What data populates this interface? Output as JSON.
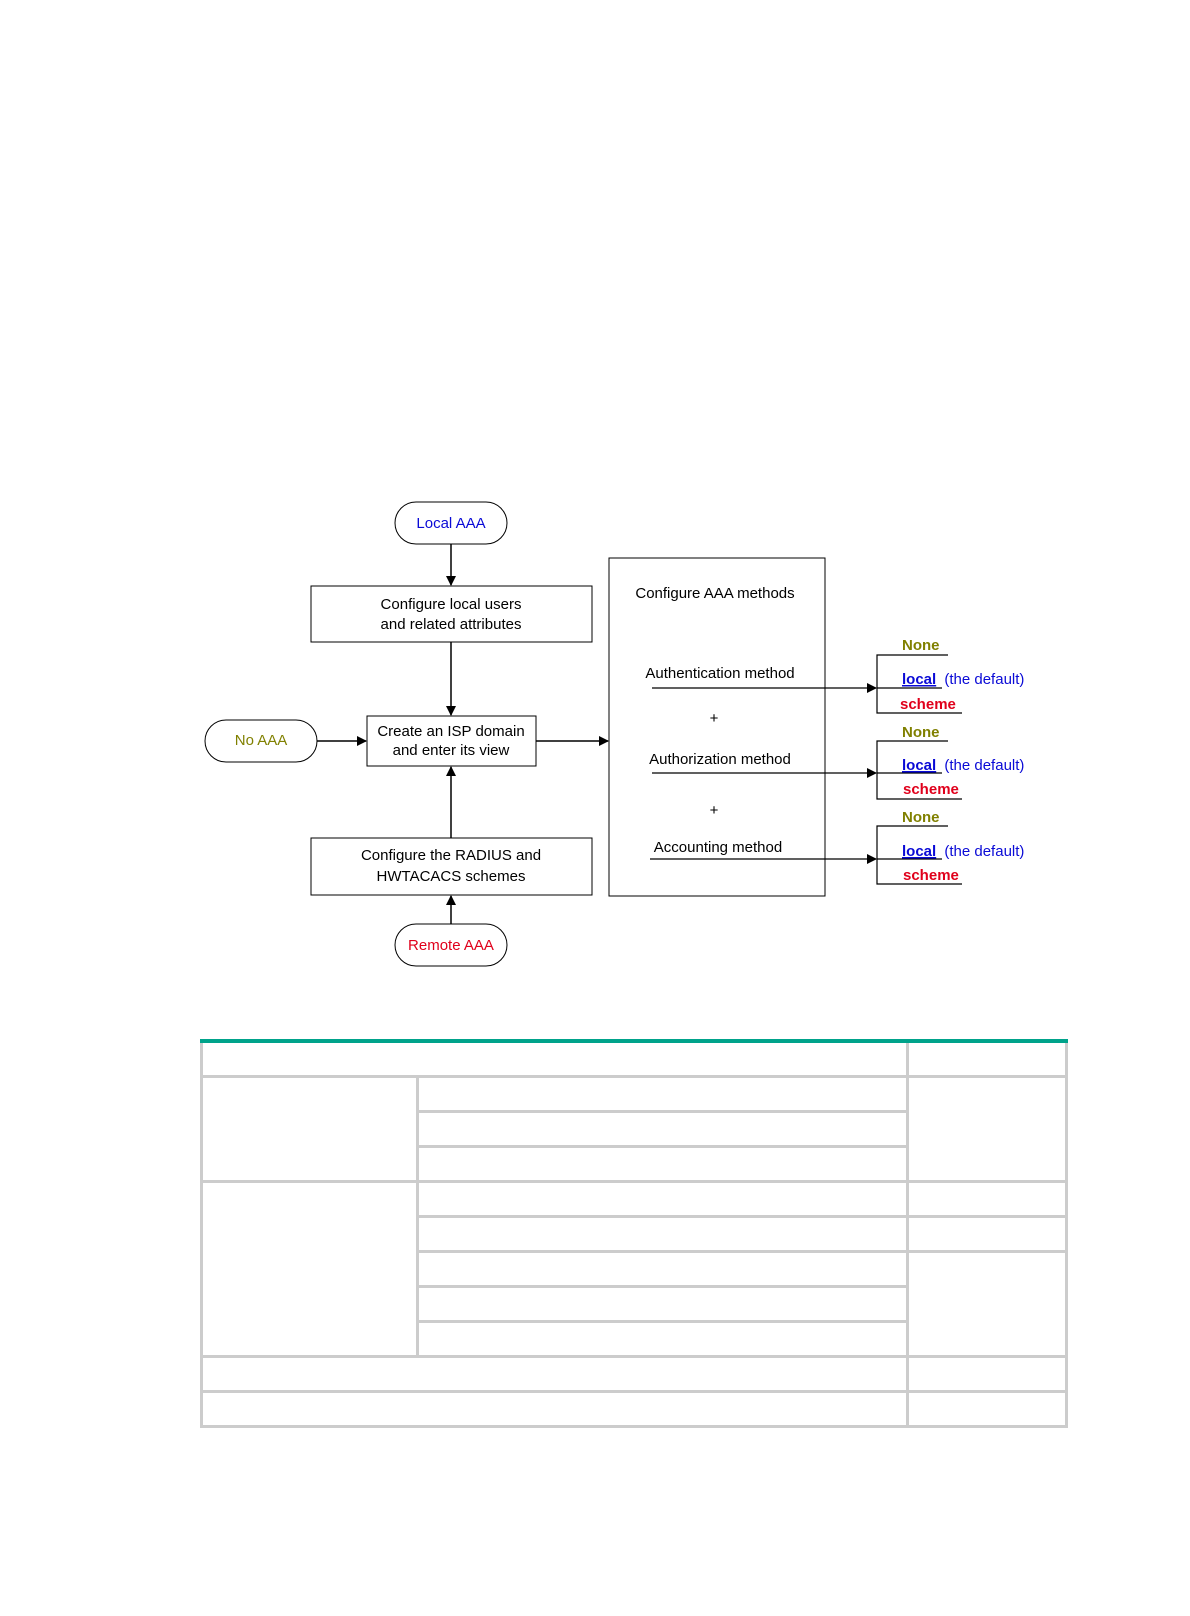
{
  "diagram": {
    "terminals": {
      "local_aaa": "Local AAA",
      "no_aaa": "No AAA",
      "remote_aaa": "Remote AAA"
    },
    "boxes": {
      "configure_local_users": [
        "Configure local users",
        "and related attributes"
      ],
      "create_isp_domain": [
        "Create an ISP domain",
        "and enter its view"
      ],
      "configure_radius": [
        "Configure the RADIUS and",
        "HWTACACS schemes"
      ]
    },
    "methods_panel": {
      "title": "Configure AAA methods",
      "authentication": "Authentication method",
      "authorization": "Authorization method",
      "accounting": "Accounting method",
      "plus": "+"
    },
    "options": {
      "none": "None",
      "local": "local",
      "default_note": "(the default)",
      "scheme": "scheme"
    },
    "colors": {
      "blue": "#0a0ad6",
      "red": "#e0001b",
      "olive": "#808000",
      "table_accent": "#00a38b",
      "table_border": "#cccccc"
    }
  }
}
